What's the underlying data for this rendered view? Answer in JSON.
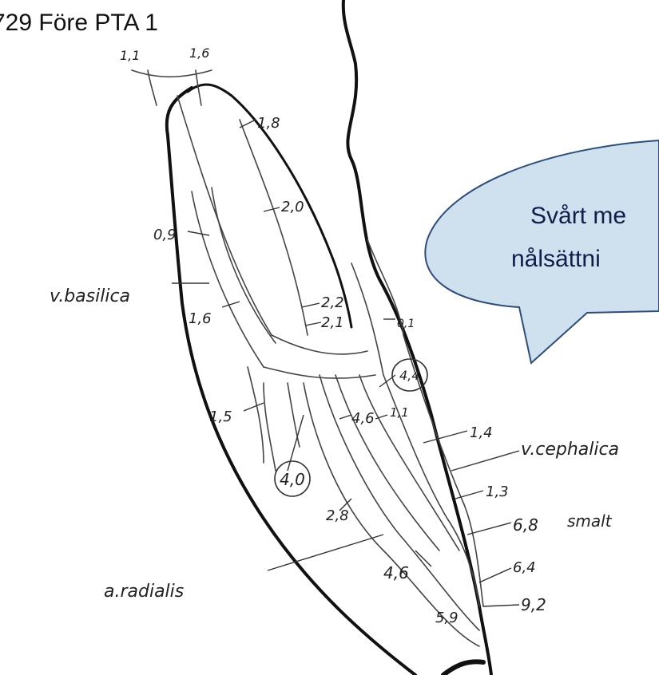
{
  "title": "729 Före PTA 1",
  "callout": {
    "line1": "Svårt me",
    "line2": "nålsättni",
    "fill": "#cfe0ee",
    "stroke": "#2f4d7a"
  },
  "labels": {
    "v_basilica": "v.basilica",
    "v_cephalica": "v.cephalica",
    "a_radialis": "a.radialis",
    "smalt": "smalt"
  },
  "measurements": {
    "m_1_1": "1,1",
    "m_1_6_top": "1,6",
    "m_1_8": "1,8",
    "m_2_0": "2,0",
    "m_0_9": "0,9",
    "m_2_2": "2,2",
    "m_1_6": "1,6",
    "m_2_1": "2,1",
    "m_0_1": "0,1",
    "m_4_4": "4,4",
    "m_1_5": "1,5",
    "m_4_6_upper": "4,6",
    "m_1_1_b": "1,1",
    "m_1_4": "1,4",
    "m_4_0": "4,0",
    "m_1_3": "1,3",
    "m_2_8": "2,8",
    "m_6_8": "6,8",
    "m_6_4": "6,4",
    "m_4_6_lower": "4,6",
    "m_9_2": "9,2",
    "m_5_9": "5,9"
  }
}
